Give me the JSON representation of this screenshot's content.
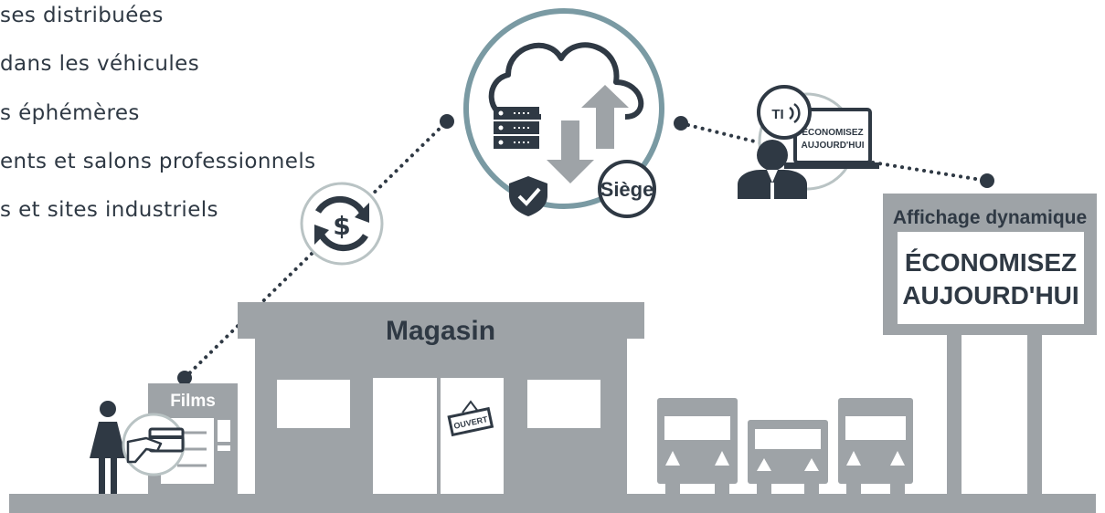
{
  "list": {
    "items": [
      "ses distribuées",
      " dans les véhicules",
      "s éphémères",
      "ents et salons professionnels",
      "s et sites industriels"
    ]
  },
  "cloud": {
    "label": "Siège"
  },
  "laptop": {
    "badge": "TI",
    "screen_line1": "ÉCONOMISEZ",
    "screen_line2": "AUJOURD'HUI"
  },
  "sign": {
    "title": "Affichage dynamique",
    "line1": "ÉCONOMISEZ",
    "line2": "AUJOURD'HUI"
  },
  "store": {
    "name": "Magasin",
    "door_sign": "OUVERT"
  },
  "kiosk": {
    "label": "Films"
  },
  "colors": {
    "grey": "#9ea3a7",
    "dark": "#2f3944",
    "circle": "#7a9aa3",
    "white": "#ffffff"
  }
}
